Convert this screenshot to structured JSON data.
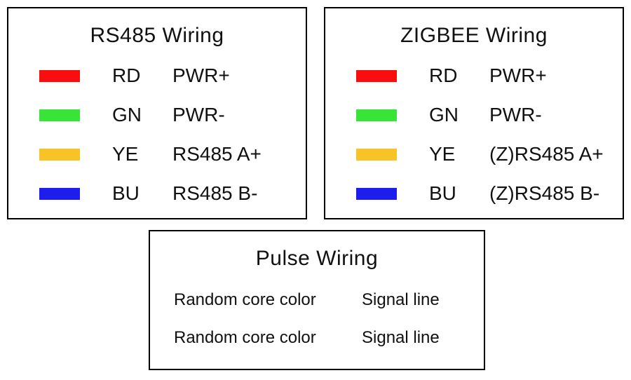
{
  "colors": {
    "red": "#f80e0e",
    "green": "#38e438",
    "yellow": "#f6c426",
    "blue": "#1d1dec",
    "border": "#000000"
  },
  "rs485": {
    "title": "RS485 Wiring",
    "rows": [
      {
        "color": "#f80e0e",
        "code": "RD",
        "label": "PWR+"
      },
      {
        "color": "#38e438",
        "code": "GN",
        "label": "PWR-"
      },
      {
        "color": "#f6c426",
        "code": "YE",
        "label": "RS485 A+"
      },
      {
        "color": "#1d1dec",
        "code": "BU",
        "label": "RS485 B-"
      }
    ]
  },
  "zigbee": {
    "title": "ZIGBEE Wiring",
    "rows": [
      {
        "color": "#f80e0e",
        "code": "RD",
        "label": "PWR+"
      },
      {
        "color": "#38e438",
        "code": "GN",
        "label": "PWR-"
      },
      {
        "color": "#f6c426",
        "code": "YE",
        "label": "(Z)RS485 A+"
      },
      {
        "color": "#1d1dec",
        "code": "BU",
        "label": "(Z)RS485 B-"
      }
    ]
  },
  "pulse": {
    "title": "Pulse Wiring",
    "rows": [
      {
        "core": "Random core color",
        "signal": "Signal line"
      },
      {
        "core": "Random core color",
        "signal": "Signal line"
      }
    ]
  }
}
